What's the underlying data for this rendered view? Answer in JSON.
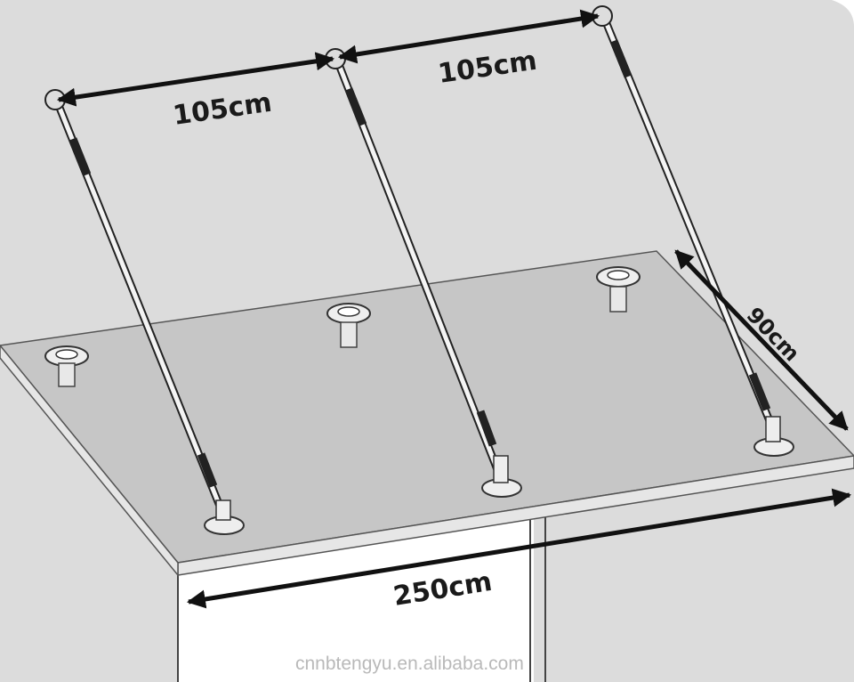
{
  "diagram": {
    "dimensions": {
      "span_left": "105cm",
      "span_right": "105cm",
      "depth": "90cm",
      "width": "250cm"
    },
    "watermark": "cnnbtengyu.en.alibaba.com",
    "colors": {
      "wall": "#dcdcdc",
      "glass_panel": "#c8c8c8",
      "glass_edge": "#8a8a8a",
      "rod": "#f2f2f2",
      "line": "#222222",
      "arrow": "#111111",
      "door_frame": "#ffffff"
    }
  }
}
